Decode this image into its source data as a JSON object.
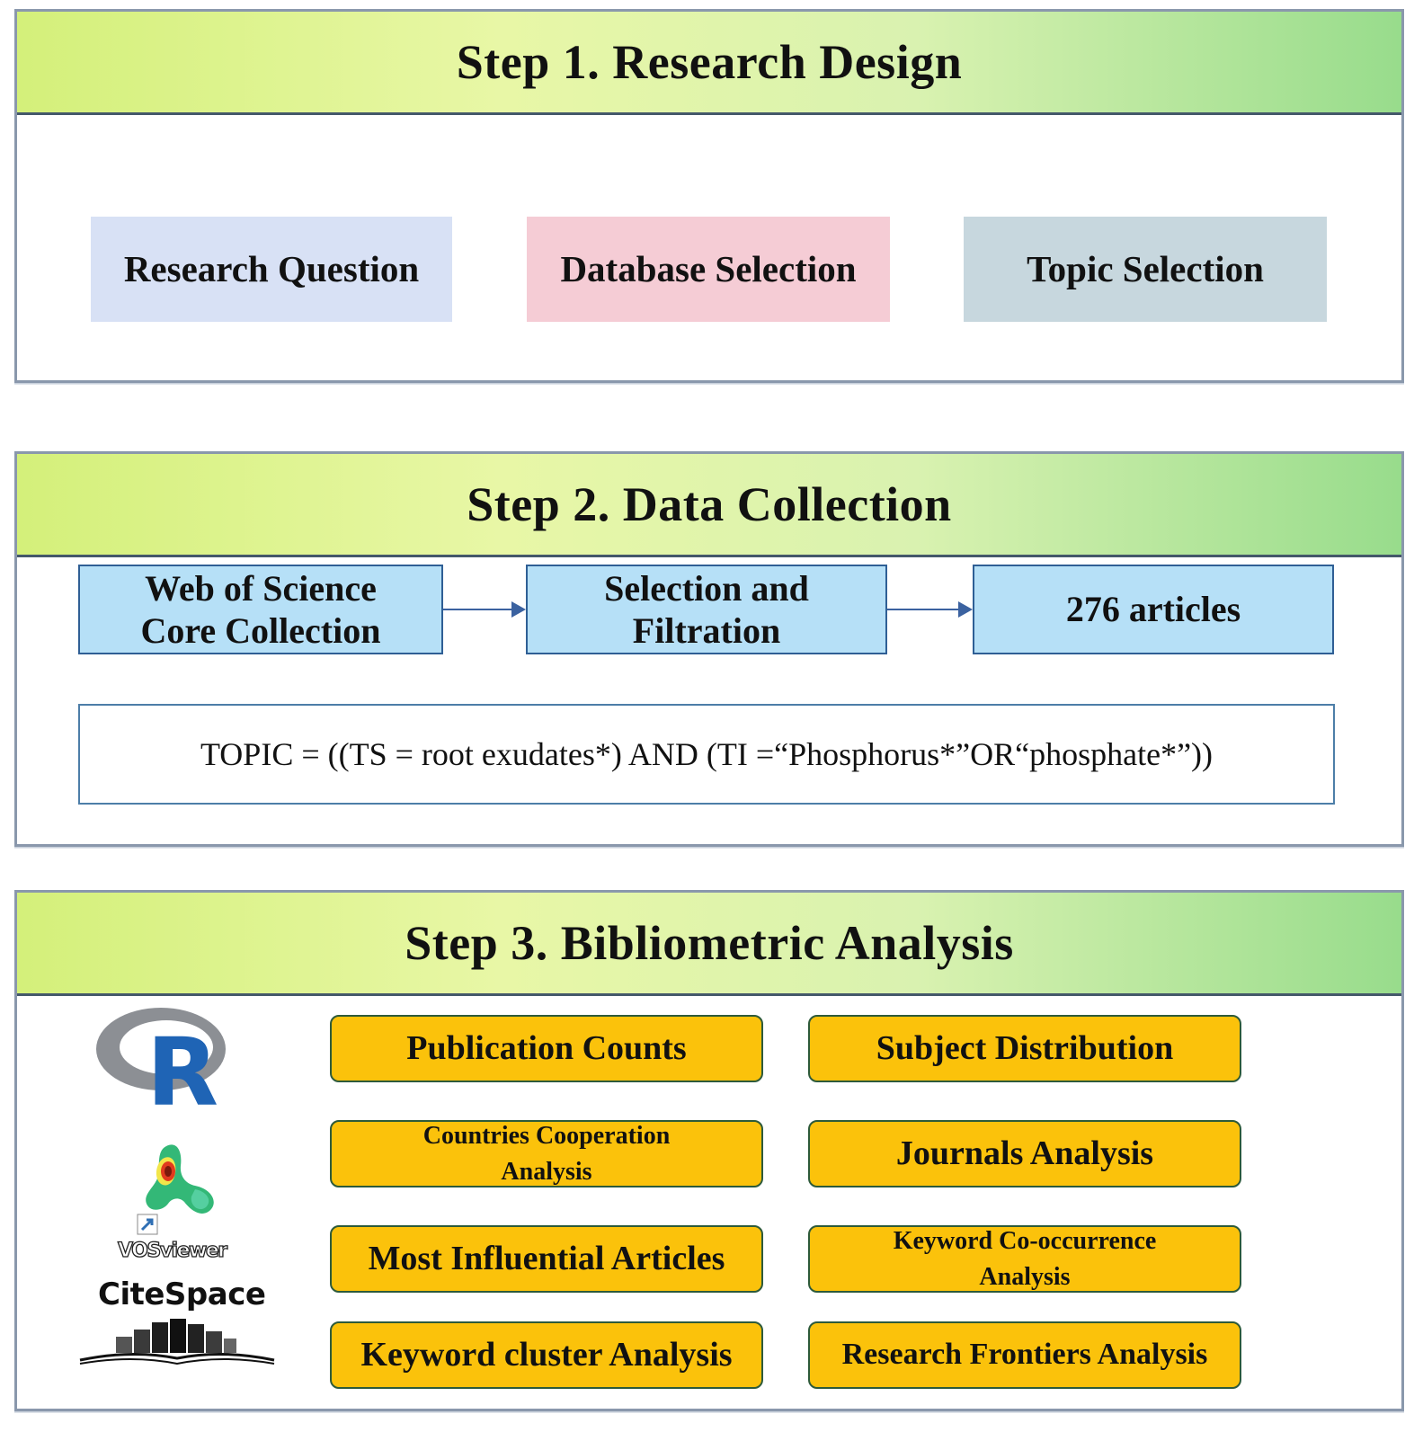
{
  "step1": {
    "title": "Step 1. Research Design",
    "items": [
      "Research Question",
      "Database Selection",
      "Topic Selection"
    ]
  },
  "step2": {
    "title": "Step 2. Data Collection",
    "flow": [
      {
        "line1": "Web of Science",
        "line2": "Core Collection"
      },
      {
        "line1": "Selection and",
        "line2": "Filtration"
      },
      {
        "line1": "276 articles",
        "line2": ""
      }
    ],
    "query": "TOPIC = ((TS = root exudates*) AND (TI =“Phosphorus*”OR“phosphate*”))"
  },
  "step3": {
    "title": "Step 3. Bibliometric Analysis",
    "tools": {
      "r": "R",
      "vos": "VOSviewer",
      "cite": "CiteSpace"
    },
    "left": [
      {
        "line1": "Publication Counts",
        "line2": ""
      },
      {
        "line1": "Countries Cooperation",
        "line2": "Analysis"
      },
      {
        "line1": "Most Influential Articles",
        "line2": ""
      },
      {
        "line1": "Keyword cluster Analysis",
        "line2": ""
      }
    ],
    "right": [
      {
        "line1": "Subject Distribution",
        "line2": ""
      },
      {
        "line1": "Journals Analysis",
        "line2": ""
      },
      {
        "line1": "Keyword Co-occurrence",
        "line2": "Analysis"
      },
      {
        "line1": "Research Frontiers Analysis",
        "line2": ""
      }
    ]
  },
  "colors": {
    "header_gradient_start": "#d4f07a",
    "header_gradient_end": "#98dc8c",
    "research_question_box": "#d8e1f5",
    "database_selection_box": "#f5ccd5",
    "topic_selection_box": "#c7d7de",
    "flow_box": "#b6e0f7",
    "analysis_box": "#fbc20b",
    "r_logo_blue": "#1f64b5"
  }
}
